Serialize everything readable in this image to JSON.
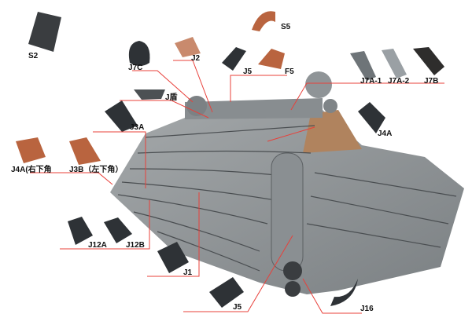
{
  "title": "Roof tile component diagram",
  "labels": {
    "s2": "S2",
    "s5": "S5",
    "j2": "J2",
    "j7c": "J7C",
    "j5_top": "J5",
    "f5": "F5",
    "j7a1": "J7A-1",
    "j7a2": "J7A-2",
    "j7b": "J7B",
    "j_shield": "J盾",
    "j3a": "J3A",
    "j4a": "J4A",
    "j4a_corner": "J4A(右下角",
    "j3b_corner": "J3B（左下角）",
    "j12a": "J12A",
    "j12b": "J12B",
    "j1": "J1",
    "j5_bottom": "J5",
    "j16": "J16"
  },
  "colors": {
    "leader": "#e8403a",
    "roof": "#8e9396",
    "terracotta": "#b9643f",
    "glazed": "#2e3236"
  }
}
